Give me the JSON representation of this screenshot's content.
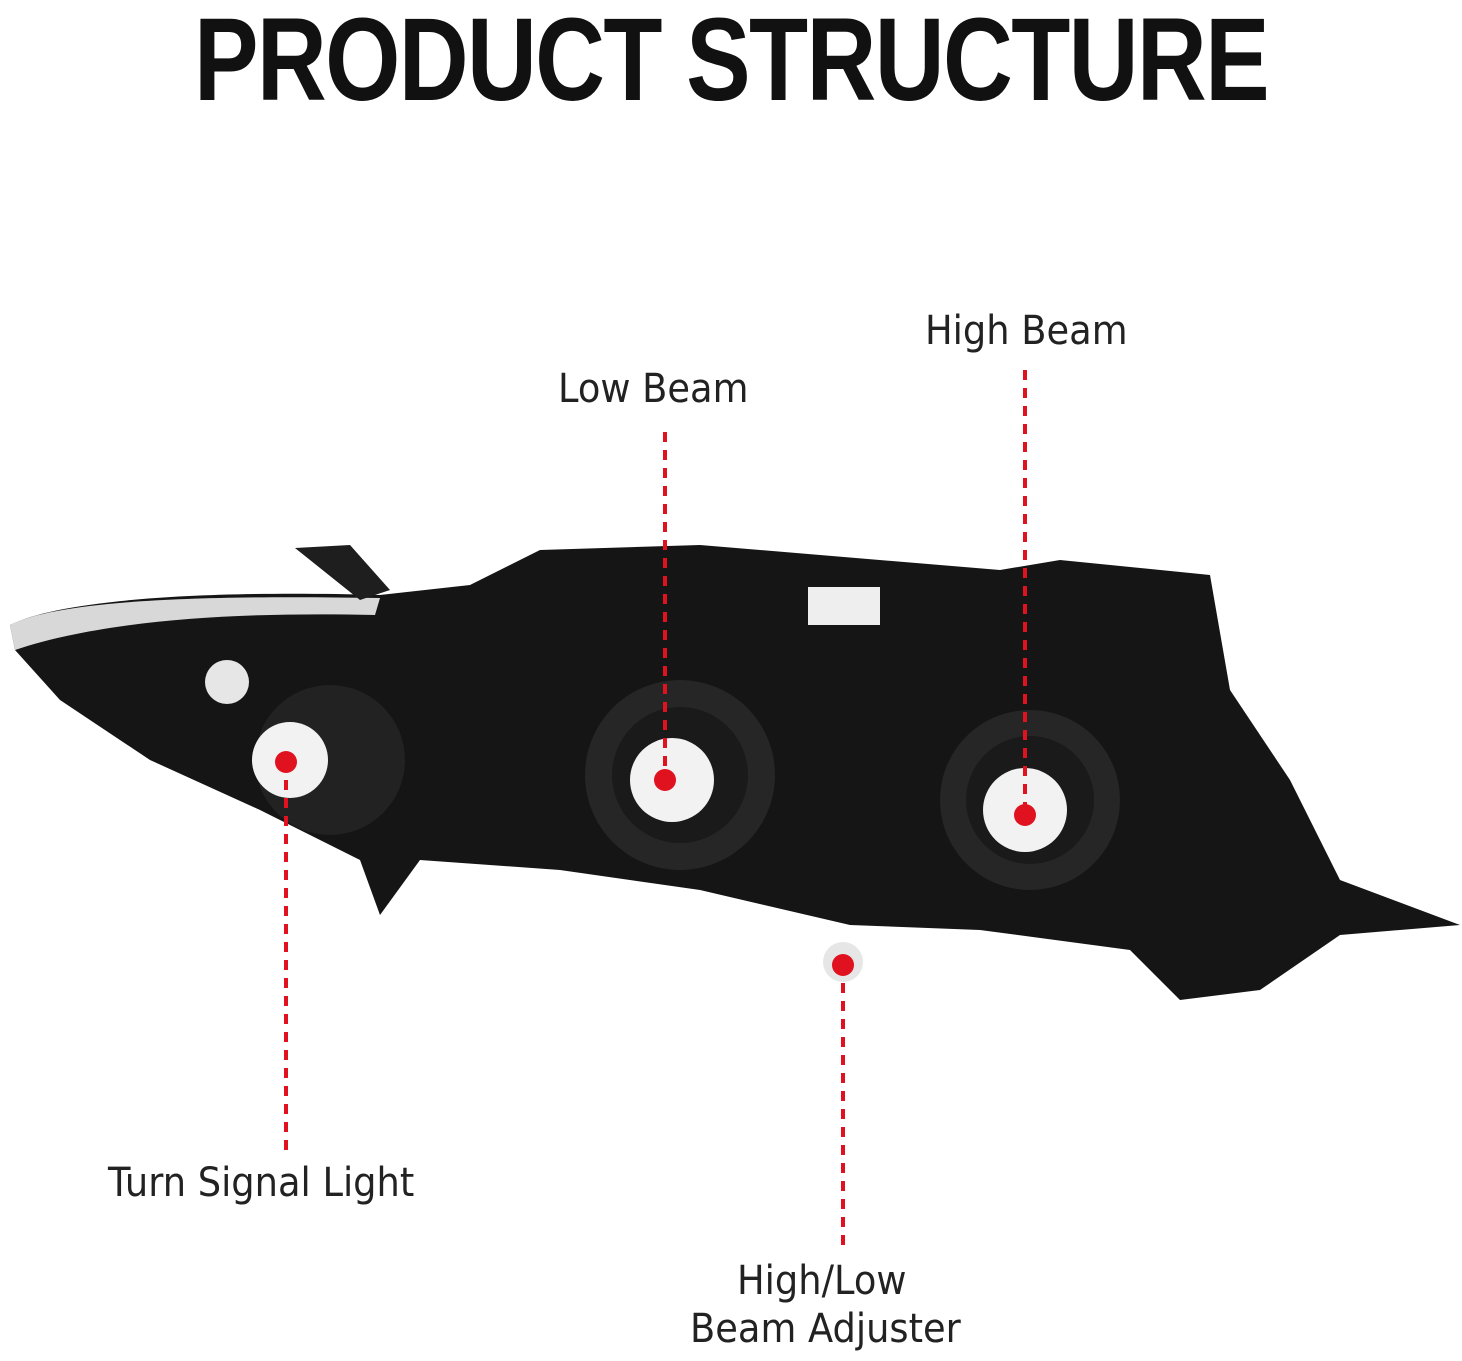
{
  "title": "PRODUCT STRUCTURE",
  "callouts": {
    "high_beam": "High Beam",
    "low_beam": "Low Beam",
    "turn_signal": "Turn Signal Light",
    "adjuster_line1": "High/Low",
    "adjuster_line2": "Beam Adjuster"
  },
  "colors": {
    "accent": "#e0121f",
    "housing": "#141414"
  }
}
